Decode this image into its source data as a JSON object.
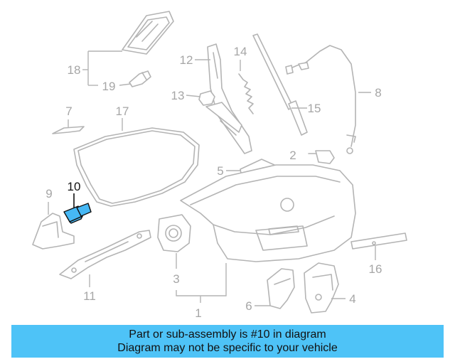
{
  "diagram": {
    "highlight_color": "#46b8f5",
    "part_color": "#b4b4b4",
    "callouts": {
      "c1": "1",
      "c2": "2",
      "c3": "3",
      "c4": "4",
      "c5": "5",
      "c6": "6",
      "c7": "7",
      "c8": "8",
      "c9": "9",
      "c10": "10",
      "c11": "11",
      "c12": "12",
      "c13": "13",
      "c14": "14",
      "c15": "15",
      "c16": "16",
      "c17": "17",
      "c18": "18",
      "c19": "19"
    }
  },
  "footer": {
    "background": "#4ec3f7",
    "line1": "Part or sub-assembly is #10 in diagram",
    "line2": "Diagram may not be specific to your vehicle"
  }
}
